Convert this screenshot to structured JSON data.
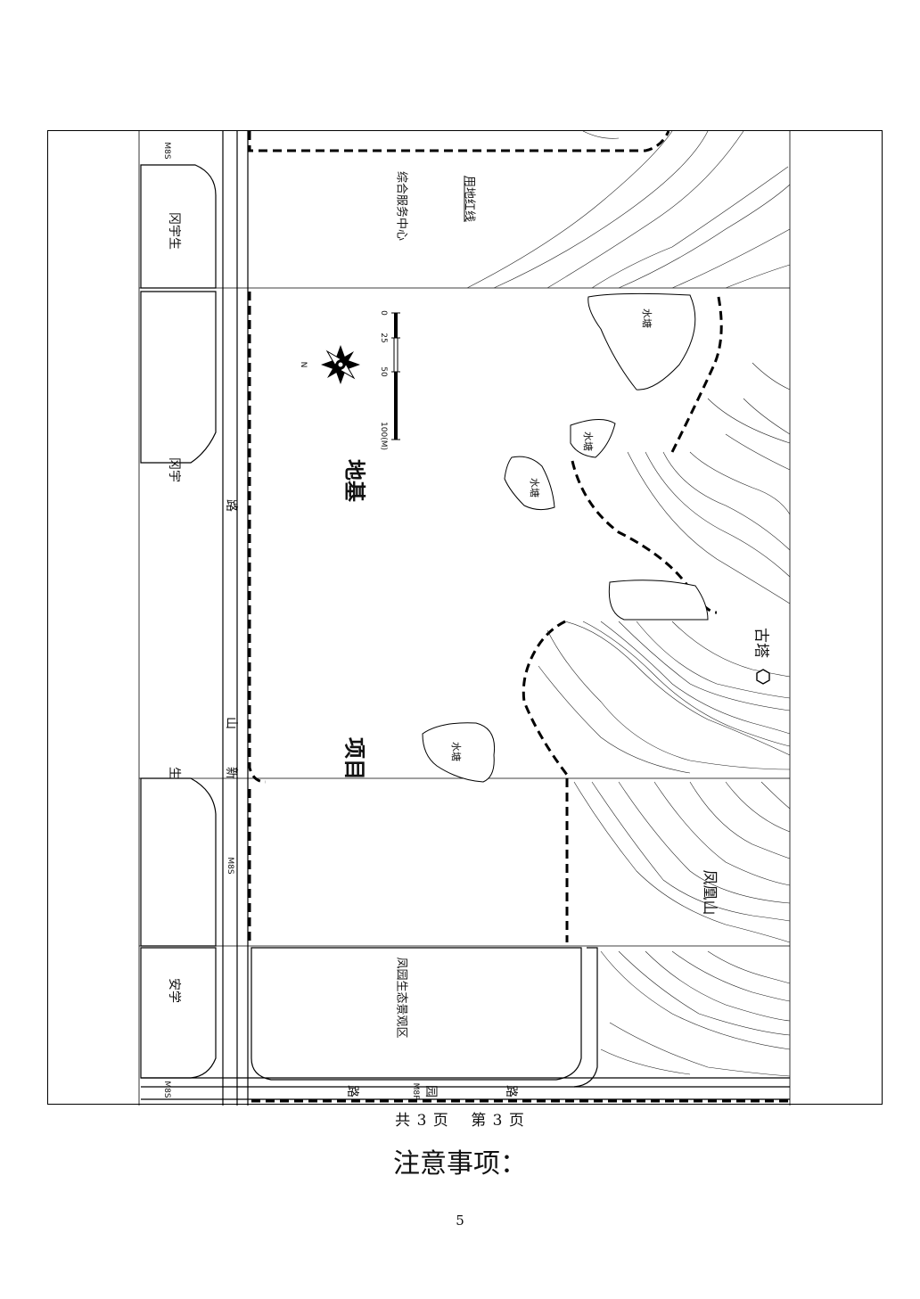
{
  "plan": {
    "labels": {
      "label_a": "冈宇生",
      "label_b": "冈宇",
      "label_c": "生",
      "label_d": "安学",
      "road_top_1": "路",
      "road_top_2": "山",
      "road_top_3": "新",
      "road_bottom_1": "路",
      "road_bottom_2": "园",
      "road_bottom_3": "路",
      "mb_1": "M8S",
      "mb_2": "M8S",
      "mb_3": "M8S",
      "mb_4": "M8F",
      "service_center": "综合服务中心",
      "road_name_2": "用地红线",
      "park_name": "凤园生态景观区",
      "big_title_1": "地基",
      "big_title_2": "项目",
      "water_1": "水塘",
      "water_2": "水塘",
      "water_3": "水塘",
      "water_4": "水塘",
      "ancient": "古塔",
      "mountain": "凤凰山",
      "north": "N",
      "scale_0": "0",
      "scale_25": "25",
      "scale_50": "50",
      "scale_100": "100(M)"
    }
  },
  "footer": {
    "page_counter": "共 3 页　 第 3 页",
    "notes_heading": "注意事项：",
    "page_number": "5"
  }
}
